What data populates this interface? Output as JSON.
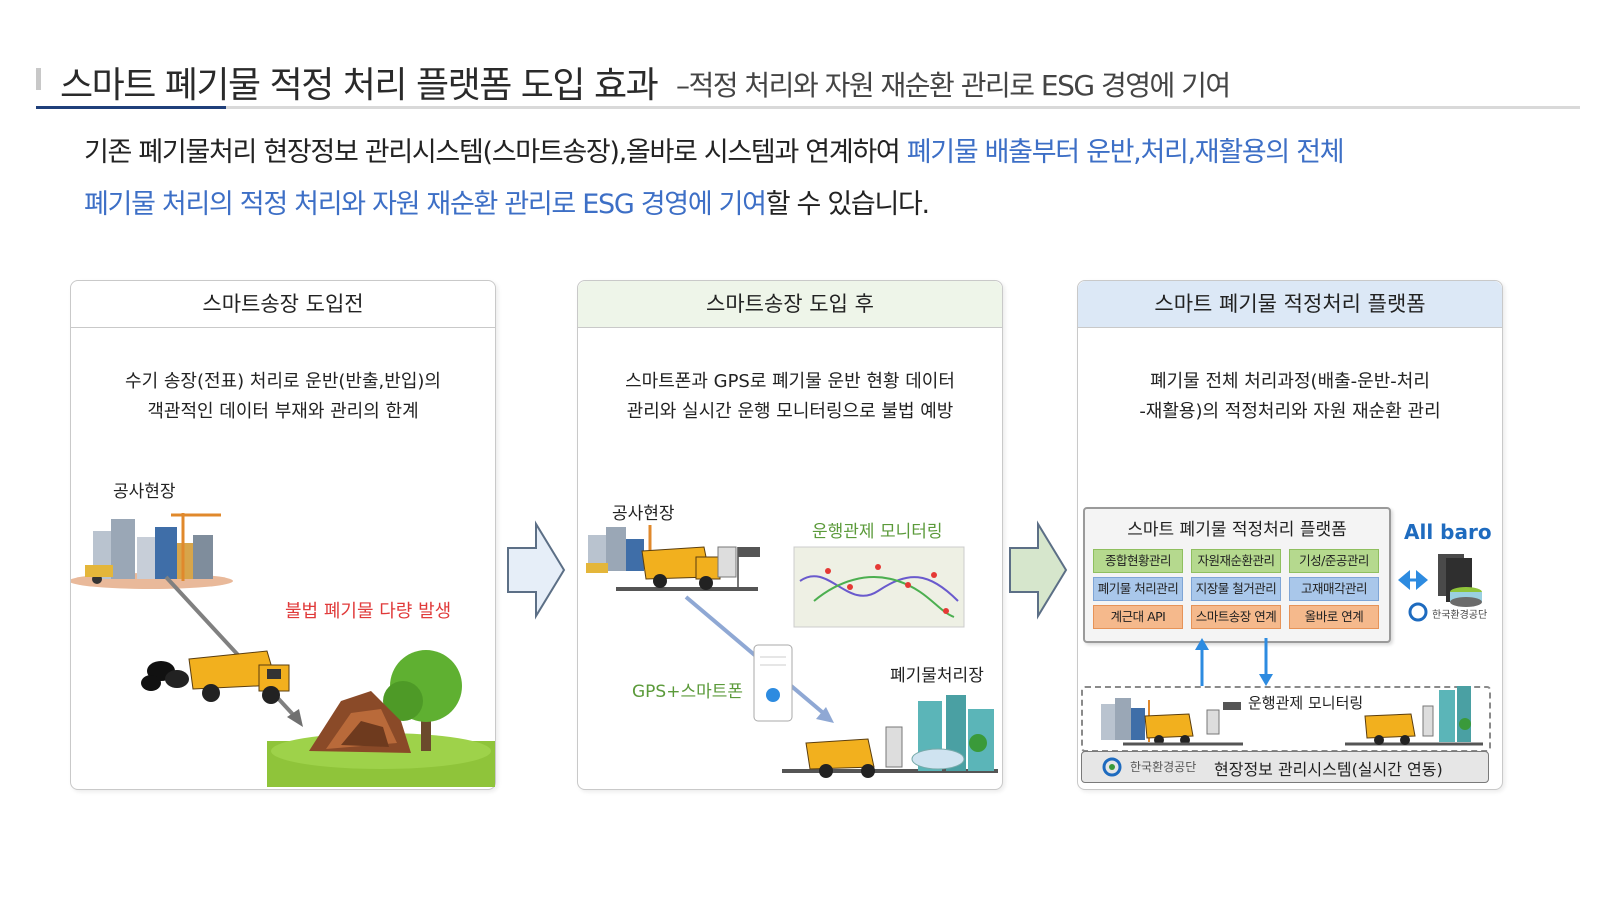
{
  "header": {
    "title": "스마트 폐기물 적정 처리 플랫폼 도입 효과",
    "subtitle": "–적정 처리와 자원 재순환 관리로 ESG 경영에 기여"
  },
  "intro": {
    "line1_black": "기존 폐기물처리 현장정보 관리시스템(스마트송장),올바로 시스템과 연계하여 ",
    "line1_blue": "폐기물 배출부터 운반,처리,재활용의 전체",
    "line2_blue": "폐기물 처리의 적정 처리와 자원 재순환 관리로 ESG 경영에 기여",
    "line2_black": "할 수 있습니다."
  },
  "panels": [
    {
      "title": "스마트송장 도입전",
      "desc1": "수기 송장(전표) 처리로 운반(반출,반입)의",
      "desc2": "객관적인 데이터 부재와 관리의 한계",
      "site_label": "공사현장",
      "warning": "불법 폐기물 다량 발생"
    },
    {
      "title": "스마트송장 도입 후",
      "desc1": "스마트폰과 GPS로 폐기물 운반 현황 데이터",
      "desc2": "관리와  실시간 운행 모니터링으로 불법 예방",
      "site_label": "공사현장",
      "monitor_label": "운행관제 모니터링",
      "gps_label": "GPS+스마트폰",
      "facility_label": "폐기물처리장"
    },
    {
      "title": "스마트 폐기물 적정처리 플랫폼",
      "desc1": "폐기물 전체 처리과정(배출-운반-처리",
      "desc2": "-재활용)의 적정처리와 자원 재순환 관리",
      "platform_title": "스마트 폐기물 적정처리 플랫폼",
      "chips": [
        {
          "label": "종합현황관리",
          "color": "green"
        },
        {
          "label": "자원재순환관리",
          "color": "green"
        },
        {
          "label": "기성/준공관리",
          "color": "green"
        },
        {
          "label": "폐기물 처리관리",
          "color": "blue"
        },
        {
          "label": "지장물 철거관리",
          "color": "blue"
        },
        {
          "label": "고재매각관리",
          "color": "blue"
        },
        {
          "label": "계근대 API",
          "color": "orange"
        },
        {
          "label": "스마트송장 연계",
          "color": "orange"
        },
        {
          "label": "올바로 연계",
          "color": "orange"
        }
      ],
      "allbaro_logo": "All baro",
      "keco_logo": "한국환경공단",
      "monitor_label": "운행관제 모니터링",
      "system_label": "현장정보 관리시스템(실시간 연동)"
    }
  ],
  "colors": {
    "accent_blue": "#3d6fc6",
    "warning_red": "#e03a3a",
    "monitor_green": "#5b9a3a",
    "navy": "#1f3f7a"
  }
}
